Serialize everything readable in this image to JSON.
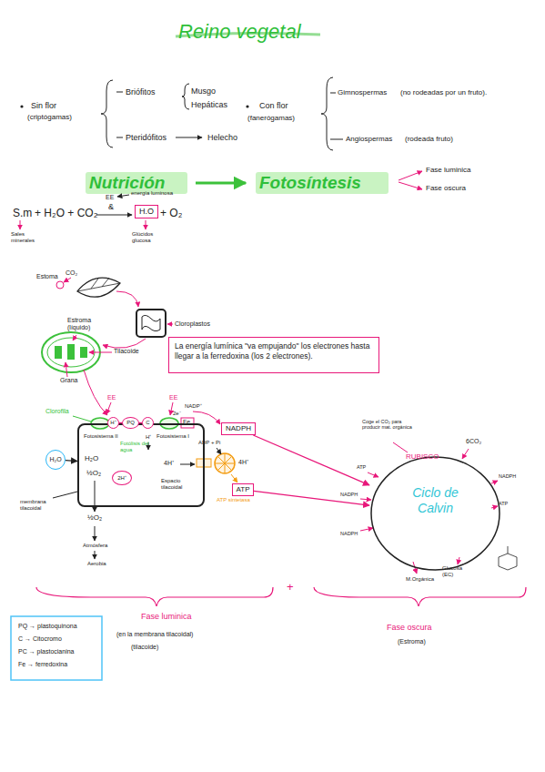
{
  "diagram": {
    "title": "Reino vegetal",
    "nodes": [
      {
        "text": [
          "H.O"
        ]
      },
      {
        "text": [
          "La energía lumínica \"va empujando\" los electrones hasta llegar a la ferredoxina (los 2 electrones)."
        ]
      },
      {
        "text": [
          "Espacio tilacoidal"
        ]
      },
      {
        "text": [
          "H⁺"
        ]
      },
      {
        "text": [
          "PQ"
        ]
      },
      {
        "text": [
          "C"
        ]
      },
      {
        "text": [
          "H₂O"
        ]
      },
      {
        "text": [
          "2H⁺"
        ],
        "in": 2
      },
      {
        "text": [
          "NADPH"
        ]
      },
      {
        "text": [
          "ATP"
        ]
      },
      {
        "text": [
          "Ciclo de Calvin"
        ]
      }
    ],
    "edges": [
      {
        "from": 8,
        "to": 10,
        "arrow": "to"
      },
      {
        "from": 9,
        "to": 10,
        "arrow": "to"
      },
      {
        "from": 6,
        "to": 2,
        "arrow": "to"
      },
      {
        "from": 3,
        "to": 4,
        "arrow": "none"
      },
      {
        "from": 4,
        "to": 5,
        "arrow": "none"
      }
    ],
    "labels": [
      "Sin flor",
      "(criptógamas)",
      "Briófitos",
      "Musgo",
      "Hepáticas",
      "Pteridófitos",
      "Helecho",
      "Con flor",
      "(fanerógamas)",
      "Gimnospermas",
      "(no rodeadas por un fruto).",
      "Angiospermas",
      "(rodeada fruto)",
      "Nutrición",
      "Fotosíntesis",
      "Fase luminica",
      "Fase oscura",
      "S.m",
      "+ H₂O + CO₂",
      "EE",
      "&",
      "energía luminosa",
      "+ O₂",
      "Sales minerales",
      "Glúcidos glucosa",
      "Estoma",
      "CO₂",
      "Cloroplastos",
      "Estroma (líquido)",
      "Tilacoide",
      "Grana",
      "Clorofila",
      "EE",
      "EE",
      "NADP⁺",
      "H⁺",
      "2e⁻",
      "Fe",
      "Fotosistema II",
      "Fotosistema I",
      "Fotólisis del agua",
      "H₂O",
      "½O₂",
      "4H⁺",
      "ADP + Pi",
      "4H⁺",
      "ATP sintetasa",
      "membrana tilacoidal",
      "½O₂",
      "Atmósfera",
      "Aerobia",
      "Coge el CO₂ para producir mat. orgánica",
      "RUBISCO",
      "6CO₂",
      "ATP",
      "NADPH",
      "NADPH",
      "NADPH",
      "ATP",
      "Glucosa (EC)",
      "M.Orgánica",
      "Fase luminica",
      "(en la membrana tilacoidal)",
      "(tilacoide)",
      "+",
      "Fase oscura",
      "(Estroma)"
    ],
    "legend": [
      {
        "text": "PQ → plastoquinona"
      },
      {
        "text": "C → Citocromo"
      },
      {
        "text": "PC → plastocianina"
      },
      {
        "text": "Fe → ferredoxina"
      }
    ]
  }
}
